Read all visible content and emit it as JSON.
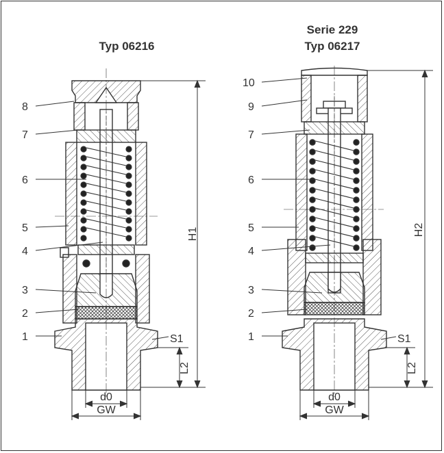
{
  "left": {
    "title": "Typ 06216",
    "callouts": [
      "8",
      "7",
      "6",
      "5",
      "4",
      "3",
      "2",
      "1"
    ],
    "dims": {
      "h": "H1",
      "l": "L2",
      "s": "S1",
      "d0": "d0",
      "gw": "GW"
    }
  },
  "right": {
    "series": "Serie 229",
    "title": "Typ 06217",
    "callouts": [
      "10",
      "9",
      "7",
      "6",
      "5",
      "4",
      "3",
      "2",
      "1"
    ],
    "dims": {
      "h": "H2",
      "l": "L2",
      "s": "S1",
      "d0": "d0",
      "gw": "GW"
    }
  }
}
